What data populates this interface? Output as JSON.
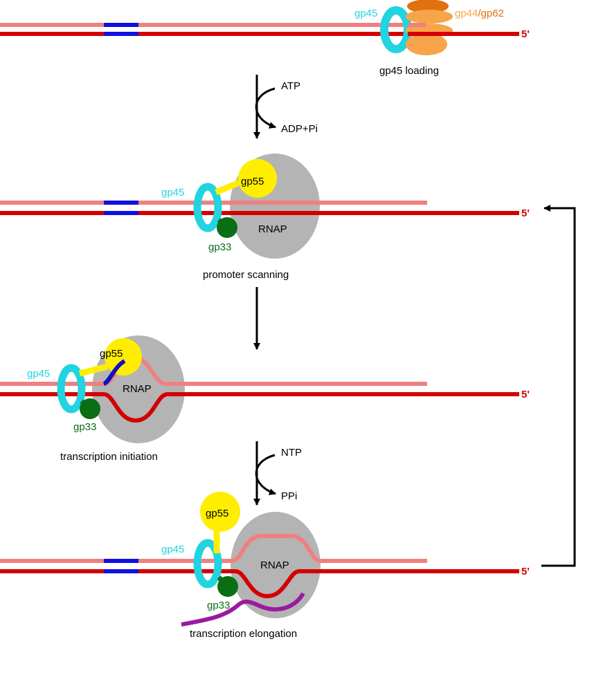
{
  "colors": {
    "template_strand": "#d40000",
    "nontemplate_strand": "#f08080",
    "promoter": "#1010e0",
    "gp45": "#22d3e0",
    "gp44_gp62_light": "#f7a44a",
    "gp44_gp62_dark": "#e07010",
    "gp55": "#ffee00",
    "gp33": "#0a6e14",
    "rnap": "#b4b4b4",
    "rna_initiation": "#1010c0",
    "rna_elongation": "#9a1aa0",
    "arrow": "#000000"
  },
  "labels": {
    "five_prime": "5'",
    "gp45": "gp45",
    "gp44": "gp44",
    "slash": "/",
    "gp62": "gp62",
    "gp55": "gp55",
    "gp33": "gp33",
    "rnap": "RNAP"
  },
  "steps": {
    "loading": {
      "caption": "gp45 loading"
    },
    "scanning": {
      "caption": "promoter scanning"
    },
    "initiation": {
      "caption": "transcription initiation"
    },
    "elongation": {
      "caption": "transcription elongation"
    }
  },
  "reactions": {
    "first": {
      "input": "ATP",
      "output": "ADP+Pi"
    },
    "second": {
      "input": "NTP",
      "output": "PPi"
    }
  }
}
